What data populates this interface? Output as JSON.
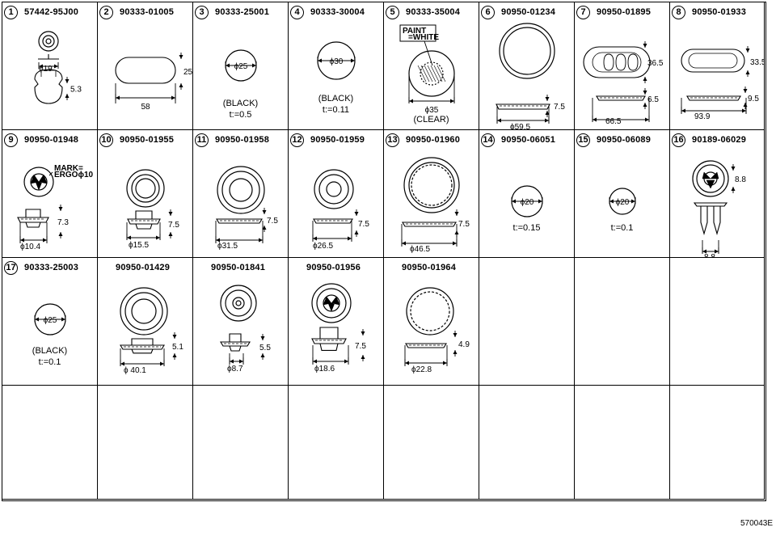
{
  "diagram_code": "570043E",
  "parts": [
    {
      "num": "1",
      "pn": "57442-95J00",
      "dims": [
        "ϕ19",
        "5.3"
      ]
    },
    {
      "num": "2",
      "pn": "90333-01005",
      "dims": [
        "25",
        "58"
      ]
    },
    {
      "num": "3",
      "pn": "90333-25001",
      "dims": [
        "ϕ25"
      ],
      "notes": [
        "(BLACK)",
        "t:=0.5"
      ]
    },
    {
      "num": "4",
      "pn": "90333-30004",
      "dims": [
        "ϕ30"
      ],
      "notes": [
        "(BLACK)",
        "t:=0.11"
      ]
    },
    {
      "num": "5",
      "pn": "90333-35004",
      "dims": [
        "ϕ35"
      ],
      "notes": [
        "(CLEAR)"
      ],
      "labels": [
        "PAINT",
        "=WHITE"
      ]
    },
    {
      "num": "6",
      "pn": "90950-01234",
      "dims": [
        "7.5",
        "ϕ59.5"
      ]
    },
    {
      "num": "7",
      "pn": "90950-01895",
      "dims": [
        "36.5",
        "6.5",
        "66.5"
      ]
    },
    {
      "num": "8",
      "pn": "90950-01933",
      "dims": [
        "33.5",
        "9.5",
        "93.9"
      ]
    },
    {
      "num": "9",
      "pn": "90950-01948",
      "dims": [
        "7.3",
        "ϕ10.4"
      ],
      "labels": [
        "MARK=",
        "ERGOϕ10"
      ]
    },
    {
      "num": "10",
      "pn": "90950-01955",
      "dims": [
        "7.5",
        "ϕ15.5"
      ]
    },
    {
      "num": "11",
      "pn": "90950-01958",
      "dims": [
        "7.5",
        "ϕ31.5"
      ]
    },
    {
      "num": "12",
      "pn": "90950-01959",
      "dims": [
        "7.5",
        "ϕ26.5"
      ]
    },
    {
      "num": "13",
      "pn": "90950-01960",
      "dims": [
        "7.5",
        "ϕ46.5"
      ]
    },
    {
      "num": "14",
      "pn": "90950-06051",
      "dims": [
        "ϕ20"
      ],
      "notes": [
        "t:=0.15"
      ]
    },
    {
      "num": "15",
      "pn": "90950-06089",
      "dims": [
        "ϕ20"
      ],
      "notes": [
        "t:=0.1"
      ]
    },
    {
      "num": "16",
      "pn": "90189-06029",
      "dims": [
        "8.8",
        "8.8"
      ]
    },
    {
      "num": "17",
      "pn": "90333-25003",
      "dims": [
        "ϕ25"
      ],
      "notes": [
        "(BLACK)",
        "t:=0.1"
      ]
    },
    {
      "num": "",
      "pn": "90950-01429",
      "dims": [
        "5.1",
        "ϕ 40.1"
      ]
    },
    {
      "num": "",
      "pn": "90950-01841",
      "dims": [
        "5.5",
        "ϕ8.7"
      ]
    },
    {
      "num": "",
      "pn": "90950-01956",
      "dims": [
        "7.5",
        "ϕ18.6"
      ]
    },
    {
      "num": "",
      "pn": "90950-01964",
      "dims": [
        "4.9",
        "ϕ22.8"
      ]
    }
  ]
}
